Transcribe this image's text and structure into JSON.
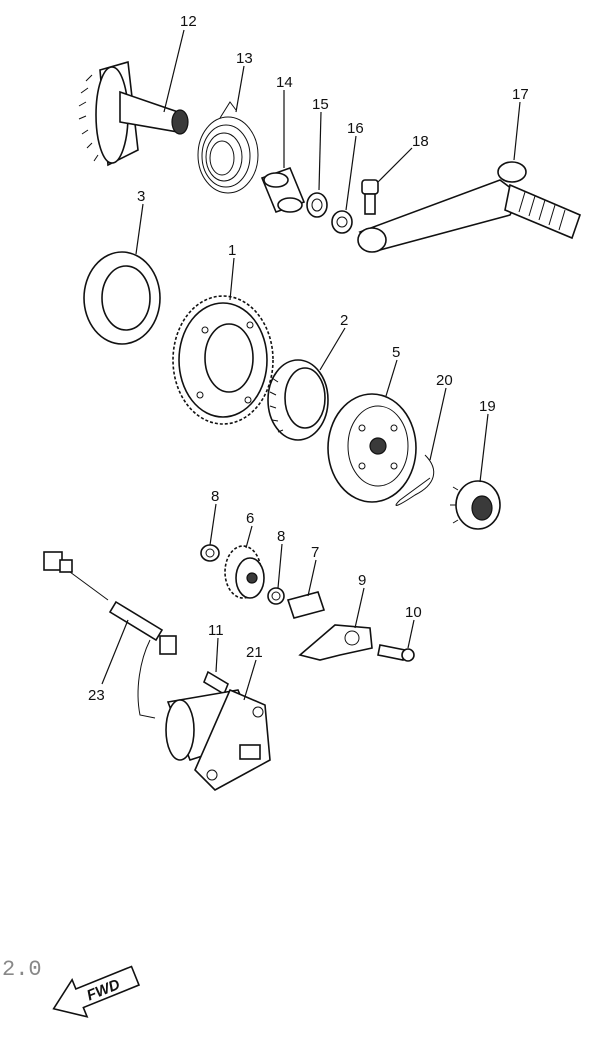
{
  "diagram": {
    "direction_label": "FWD",
    "corner_code": "2.0",
    "callouts": [
      "12",
      "13",
      "14",
      "15",
      "16",
      "18",
      "17",
      "3",
      "1",
      "2",
      "5",
      "20",
      "19",
      "8",
      "6",
      "8",
      "7",
      "9",
      "10",
      "11",
      "21",
      "23"
    ]
  }
}
